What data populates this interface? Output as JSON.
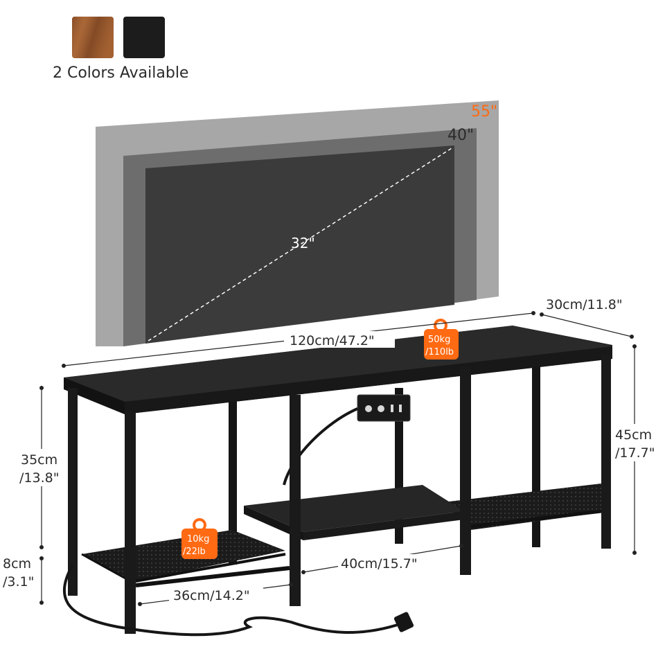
{
  "colors_heading": "2 Colors Available",
  "swatches": [
    {
      "name": "rustic-brown",
      "color": "#9a5a2e"
    },
    {
      "name": "black",
      "color": "#1c1c1c"
    }
  ],
  "tv_sizes": {
    "large": "55\"",
    "medium": "40\"",
    "small": "32\""
  },
  "dimensions": {
    "width": "120cm/47.2\"",
    "depth": "30cm/11.8\"",
    "total_height_cm": "45cm",
    "total_height_in": "/17.7\"",
    "shelf_height_cm": "35cm",
    "shelf_height_in": "/13.8\"",
    "leg_clearance_cm": "8cm",
    "leg_clearance_in": "/3.1\"",
    "left_section": "36cm/14.2\"",
    "middle_section": "40cm/15.7\""
  },
  "load": {
    "top_kg": "50kg",
    "top_lb": "/110lb",
    "shelf_kg": "10kg",
    "shelf_lb": "/22lb"
  },
  "palette": {
    "accent": "#ff6a13",
    "furniture": "#1f1f1f",
    "tv_large": "#a7a7a7",
    "tv_medium": "#6d6d6d",
    "tv_small": "#3b3b3b"
  }
}
